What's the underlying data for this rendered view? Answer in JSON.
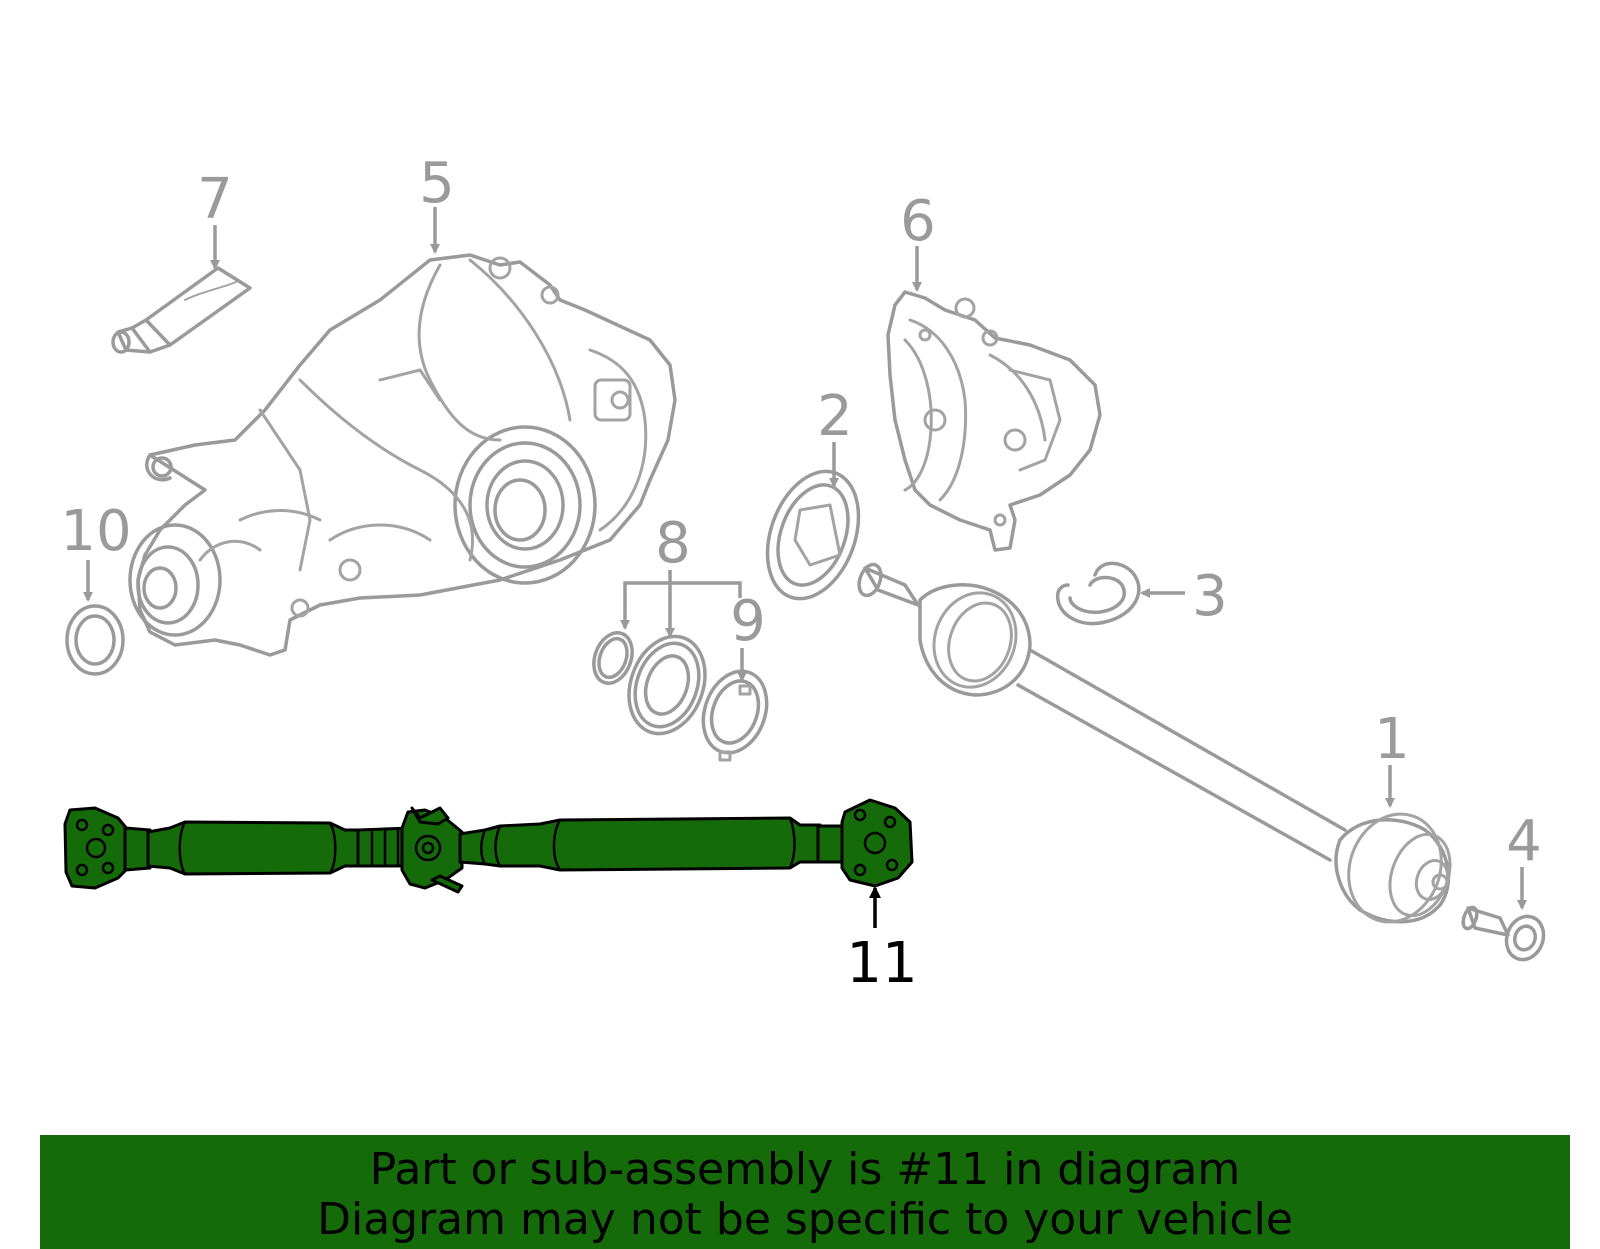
{
  "labels": {
    "part1": "1",
    "part2": "2",
    "part3": "3",
    "part4": "4",
    "part5": "5",
    "part6": "6",
    "part7": "7",
    "part8": "8",
    "part9": "9",
    "part10": "10",
    "part11": "11"
  },
  "highlight": {
    "part": "11",
    "color": "#156b0a"
  },
  "banner": {
    "line1": "Part or sub-assembly is #11 in diagram",
    "line2": "Diagram may not be specific to your vehicle"
  }
}
